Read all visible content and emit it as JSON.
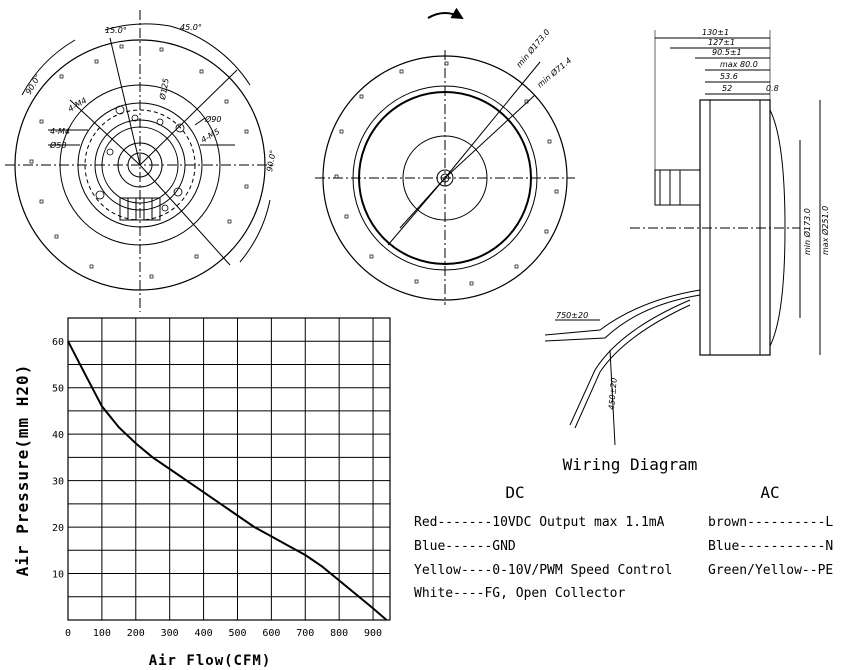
{
  "front_view": {
    "angle_top_a": "15.0°",
    "angle_top_b": "45.0°",
    "angle_left": "90.0°",
    "angle_right": "90.0°",
    "label_m4_a": "4-M4",
    "label_m4_b": "4-M4",
    "label_m5": "4-M5",
    "label_d125": "Ø125",
    "label_d90": "Ø90",
    "label_d58": "Ø58"
  },
  "rotation_view": {
    "label_min_d173": "min Ø173.0",
    "label_min_d71": "min Ø71.4"
  },
  "side_view": {
    "dims": [
      "130±1",
      "127±1",
      "90.5±1",
      "max 80.0",
      "53.6",
      "52",
      "0.8"
    ],
    "height_min": "min Ø173.0",
    "height_max": "max Ø251.0",
    "lead_a": "750±20",
    "lead_b": "450±20"
  },
  "chart_data": {
    "type": "line",
    "xlabel": "Air Flow(CFM)",
    "ylabel": "Air Pressure(mm H20)",
    "xlim": [
      0,
      950
    ],
    "ylim": [
      0,
      65
    ],
    "x_ticks": [
      "0",
      "100",
      "200",
      "300",
      "400",
      "500",
      "600",
      "700",
      "800",
      "900"
    ],
    "y_ticks": [
      "10",
      "20",
      "30",
      "40",
      "50",
      "60"
    ],
    "grid": true,
    "series": [
      {
        "x": [
          0,
          50,
          100,
          150,
          200,
          250,
          300,
          350,
          400,
          450,
          500,
          550,
          600,
          650,
          700,
          750,
          800,
          850,
          900,
          940
        ],
        "y": [
          60,
          53,
          46,
          41.5,
          38,
          35,
          32.5,
          30,
          27.5,
          25,
          22.5,
          20,
          18,
          16,
          14,
          11.5,
          8.5,
          5.5,
          2.5,
          0
        ]
      }
    ]
  },
  "wiring": {
    "title": "Wiring Diagram",
    "dc_title": "DC",
    "ac_title": "AC",
    "dc": [
      "Red-------10VDC Output max 1.1mA",
      "Blue------GND",
      "Yellow----0-10V/PWM Speed Control",
      "White----FG, Open Collector"
    ],
    "ac": [
      "brown----------L",
      "Blue-----------N",
      "Green/Yellow--PE"
    ]
  }
}
